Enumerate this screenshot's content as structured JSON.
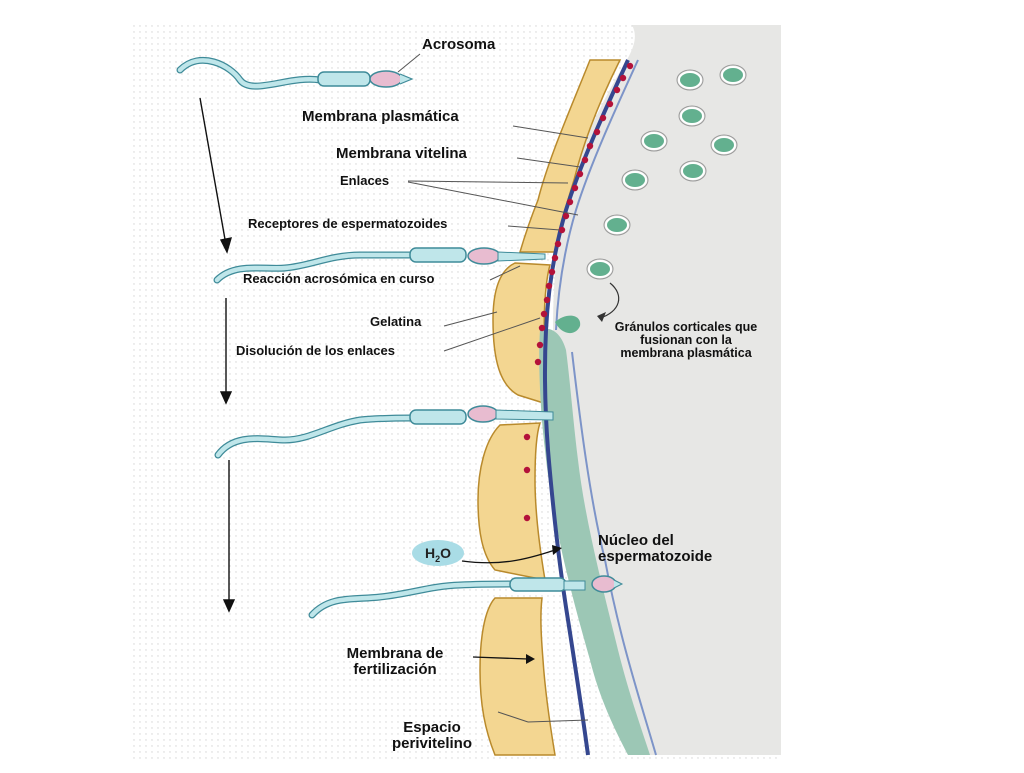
{
  "labels": {
    "acrosoma": "Acrosoma",
    "membrana_plasmatica": "Membrana plasmática",
    "membrana_vitelina": "Membrana vitelina",
    "enlaces": "Enlaces",
    "receptores": "Receptores de espermatozoides",
    "reaccion": "Reacción acrosómica en curso",
    "gelatina": "Gelatina",
    "disolucion": "Disolución de los enlaces",
    "granulos_l1": "Gránulos corticales que",
    "granulos_l2": "fusionan con la",
    "granulos_l3": "membrana plasmática",
    "h2o_base": "H",
    "h2o_sub": "2",
    "h2o_tail": "O",
    "nucleo_l1": "Núcleo del",
    "nucleo_l2": "espermatozoide",
    "fert_l1": "Membrana de",
    "fert_l2": "fertilización",
    "espacio_l1": "Espacio",
    "espacio_l2": "perivitelino"
  },
  "colors": {
    "jelly": "#f3d691",
    "jelly_edge": "#b98a2c",
    "vitelline": "#35478f",
    "plasma_mem": "#7d94c8",
    "cytoplasm": "#e7e7e5",
    "perivitelline": "#9cc7b5",
    "granule_fill": "#63b08f",
    "granule_ring": "#ffffff",
    "sperm_fill": "#bfe6ea",
    "sperm_edge": "#3f8b99",
    "acrosome": "#e8bcd0",
    "bindin_dot": "#b3123a"
  }
}
